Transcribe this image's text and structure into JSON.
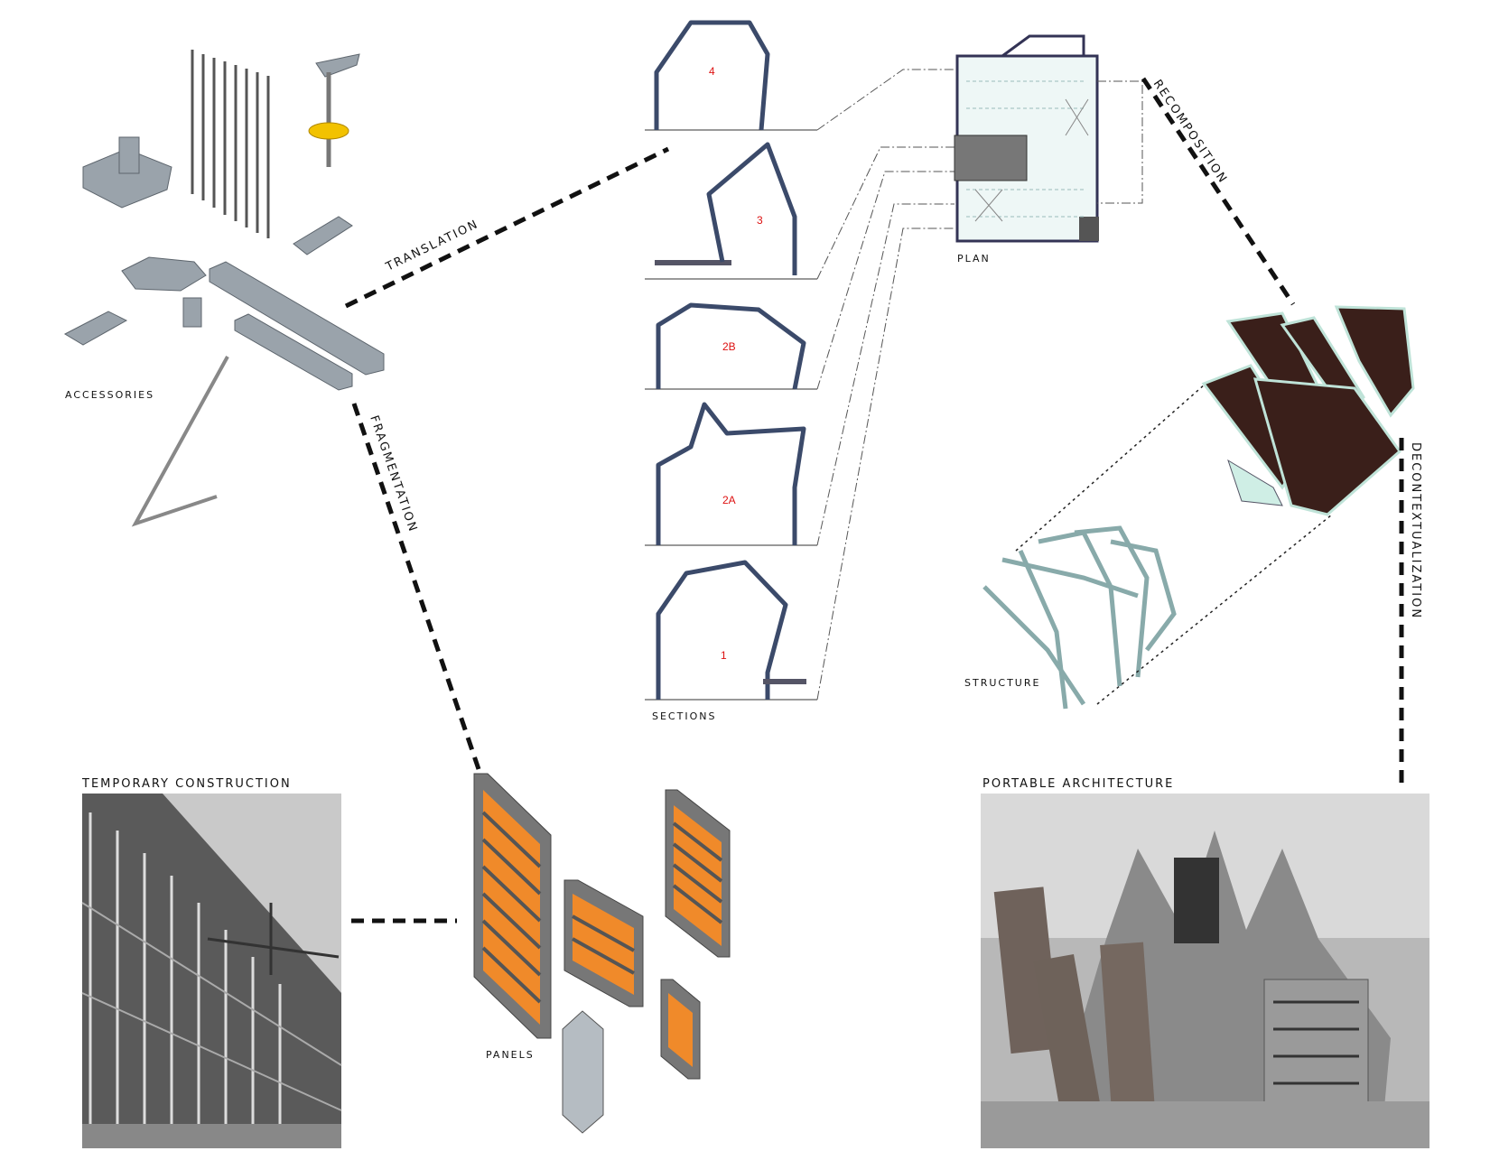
{
  "labels": {
    "accessories": "ACCESSORIES",
    "translation": "TRANSLATION",
    "fragmentation": "FRAGMENTATION",
    "sections": "SECTIONS",
    "plan": "PLAN",
    "recomposition": "RECOMPOSITION",
    "decontextualization": "DECONTEXTUALIZATION",
    "structure": "STRUCTURE",
    "portable_architecture": "PORTABLE ARCHITECTURE",
    "temporary_construction": "TEMPORARY CONSTRUCTION",
    "panels": "PANELS"
  },
  "sections": [
    {
      "id": "4"
    },
    {
      "id": "3"
    },
    {
      "id": "2B"
    },
    {
      "id": "2A"
    },
    {
      "id": "1"
    }
  ],
  "colors": {
    "section_number": "#dd1111",
    "recomposition_panels": "#3a1f1a",
    "panel_orange": "#f08a2a",
    "accessory_yellow": "#f2c200"
  }
}
